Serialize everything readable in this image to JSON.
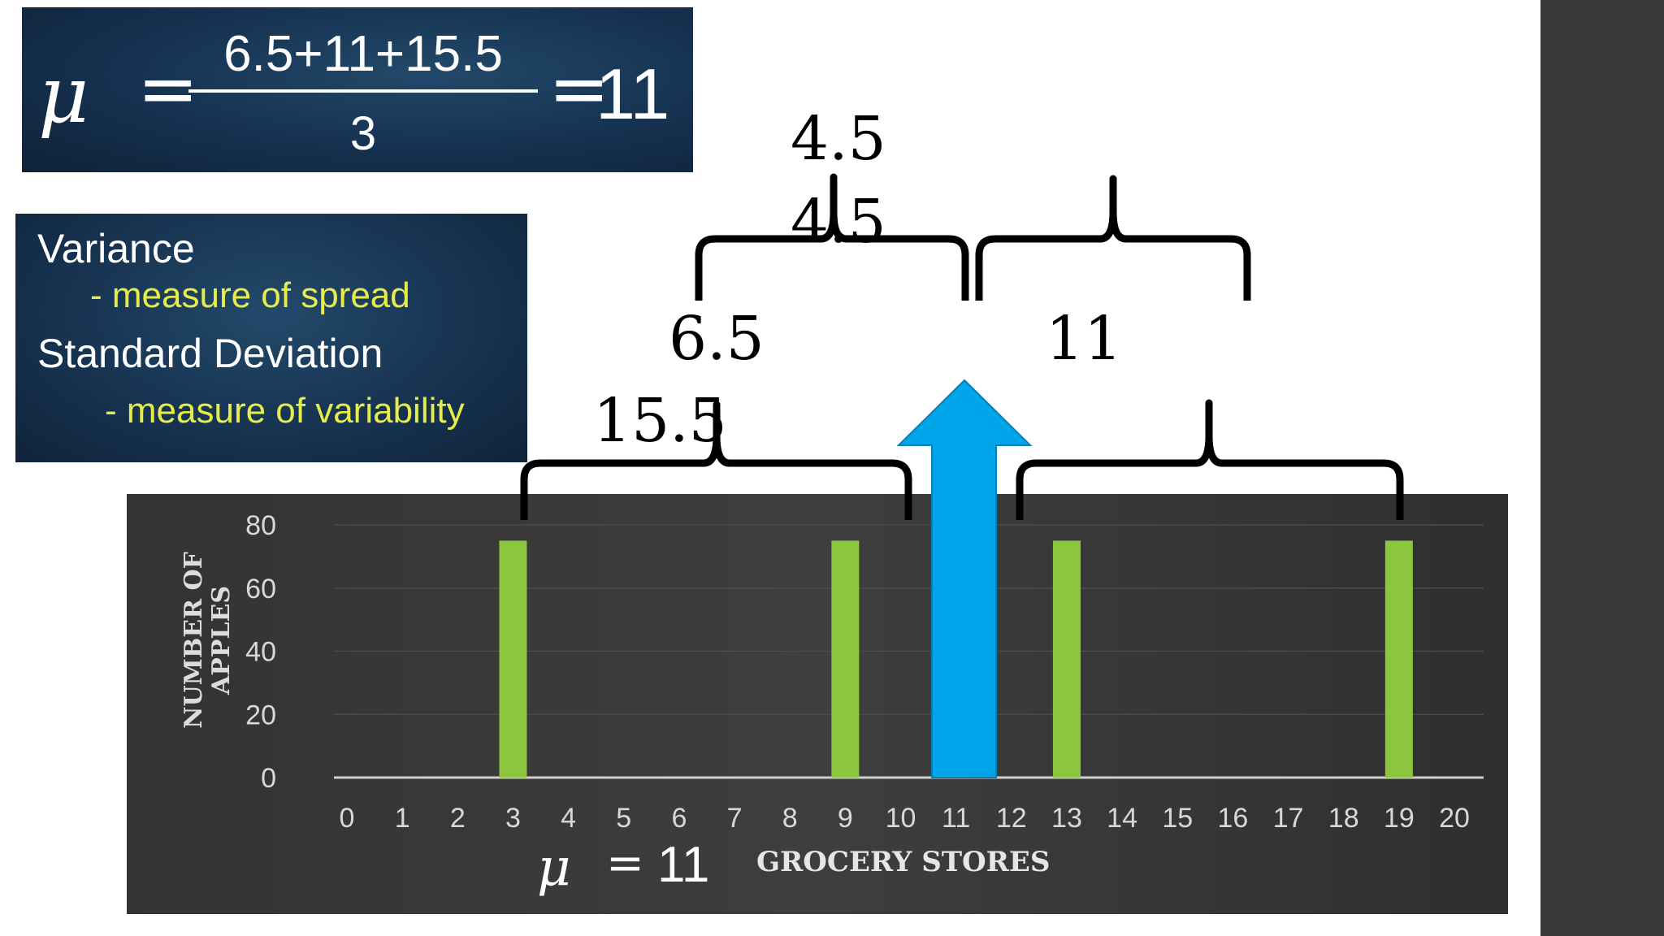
{
  "formula_panel": {
    "symbol": "μ",
    "equals": "=",
    "numerator": "6.5+11+15.5",
    "denominator": "3",
    "equals_result": "=",
    "result": "11"
  },
  "definitions_panel": {
    "term_variance": "Variance",
    "desc_variance": "- measure of spread",
    "term_std": "Standard Deviation",
    "desc_std": "- measure of variability"
  },
  "annotations": {
    "label_4_5_top": "4.5",
    "label_4_5_overlap": "4.5",
    "label_6_5": "6.5",
    "label_11": "11",
    "label_15_5": "15.5"
  },
  "colors": {
    "bar": "#8cc63f",
    "arrow": "#00a6e9",
    "panel_blue": "#16324f",
    "chart_bg": "#383838"
  },
  "chart_data": {
    "type": "bar",
    "x": [
      3,
      9,
      13,
      19
    ],
    "values": [
      75,
      75,
      75,
      75
    ],
    "xlim": [
      0,
      20
    ],
    "ylim": [
      0,
      80
    ],
    "xticks": [
      0,
      1,
      2,
      3,
      4,
      5,
      6,
      7,
      8,
      9,
      10,
      11,
      12,
      13,
      14,
      15,
      16,
      17,
      18,
      19,
      20
    ],
    "yticks": [
      0,
      20,
      40,
      60,
      80
    ],
    "xlabel": "GROCERY STORES",
    "ylabel_line1": "NUMBER OF",
    "ylabel_line2": "APPLES",
    "mean_symbol": "μ",
    "mean_equals": "=",
    "mean_value": "11",
    "mean_x": 11,
    "grid": true
  }
}
